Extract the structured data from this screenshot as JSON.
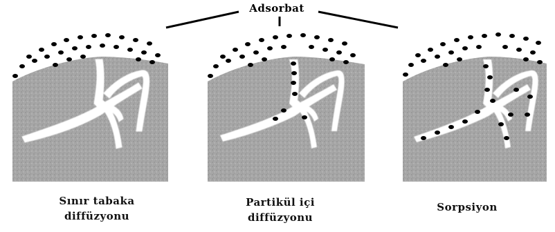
{
  "title": "Adsorbat",
  "panels": [
    {
      "caption_line1": "Sınır tabaka",
      "caption_line2": "diffüzyonu"
    },
    {
      "caption_line1": "Partikül içi",
      "caption_line2": "diffüzyonu"
    },
    {
      "caption_line1": "Sorpsiyon",
      "caption_line2": ""
    }
  ],
  "colors": {
    "particle": "#a8a8a8",
    "pore": "#ffffff",
    "adsorbate": "#000000"
  }
}
